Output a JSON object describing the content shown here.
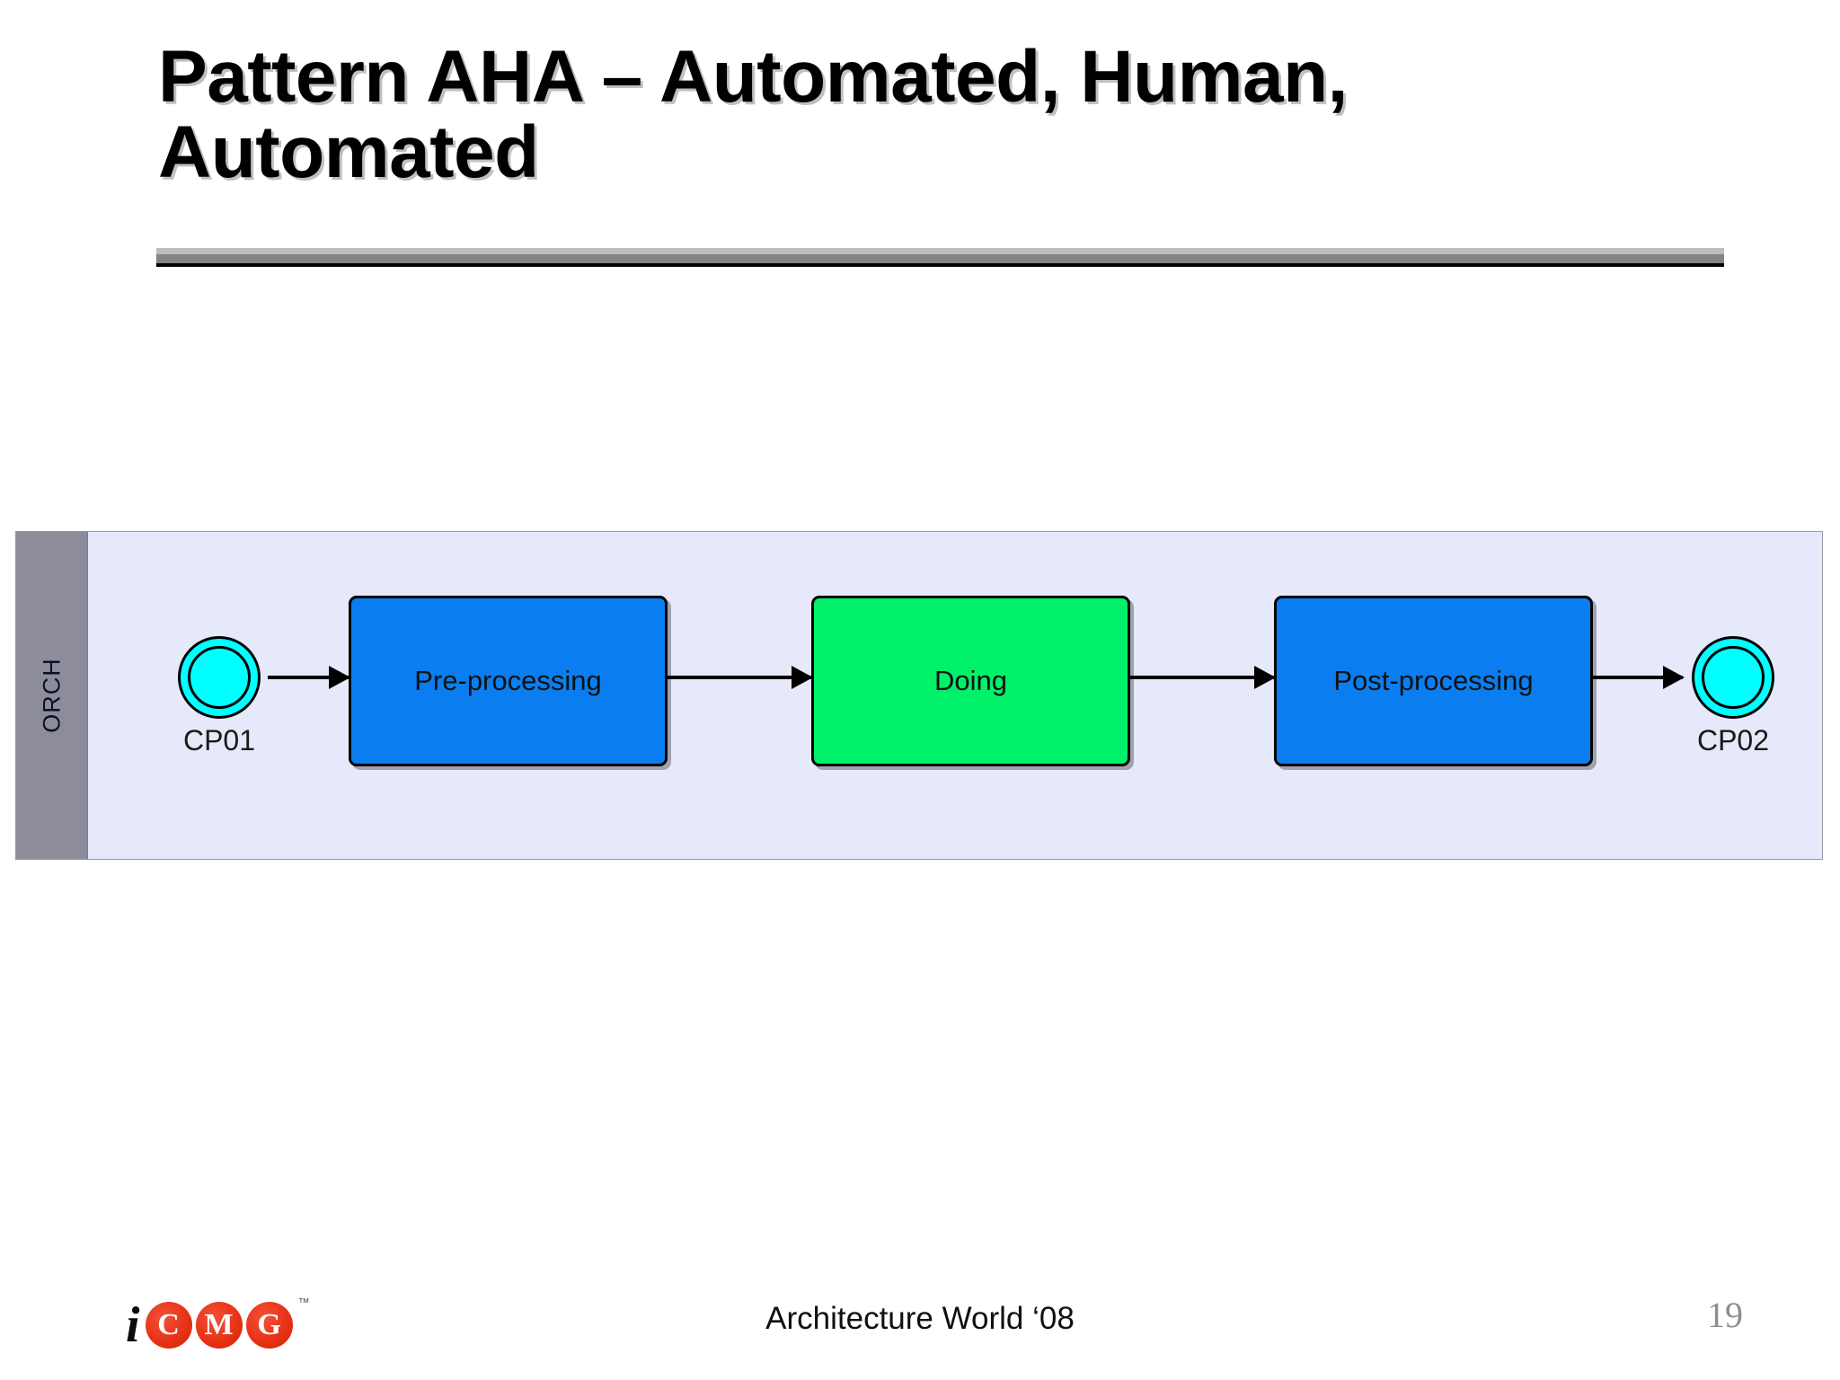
{
  "slide": {
    "title": "Pattern AHA – Automated, Human,\nAutomated",
    "page_number": "19",
    "footer": "Architecture World ‘08"
  },
  "logo": {
    "i": "i",
    "discs": [
      "C",
      "M",
      "G"
    ],
    "tm": "™",
    "disc_color": "#e53012"
  },
  "diagram": {
    "type": "bpmn-process",
    "pool": {
      "lane_label": "ORCH",
      "lane_header_color": "#8c8c9a",
      "body_color": "#e6e9f9",
      "border_color": "#9a9a9a"
    },
    "nodes": [
      {
        "id": "CP01",
        "kind": "start-event",
        "label": "CP01",
        "fill": "#00ffff",
        "stroke": "#000000"
      },
      {
        "id": "pre-processing",
        "kind": "task",
        "label": "Pre-processing",
        "fill": "#0a7ef0",
        "stroke": "#000000"
      },
      {
        "id": "doing",
        "kind": "task",
        "label": "Doing",
        "fill": "#00f069",
        "stroke": "#000000"
      },
      {
        "id": "post-processing",
        "kind": "task",
        "label": "Post-processing",
        "fill": "#0a7ef0",
        "stroke": "#000000"
      },
      {
        "id": "CP02",
        "kind": "end-event",
        "label": "CP02",
        "fill": "#00ffff",
        "stroke": "#000000"
      }
    ],
    "flows": [
      {
        "from": "CP01",
        "to": "pre-processing"
      },
      {
        "from": "pre-processing",
        "to": "doing"
      },
      {
        "from": "doing",
        "to": "post-processing"
      },
      {
        "from": "post-processing",
        "to": "CP02"
      }
    ]
  }
}
